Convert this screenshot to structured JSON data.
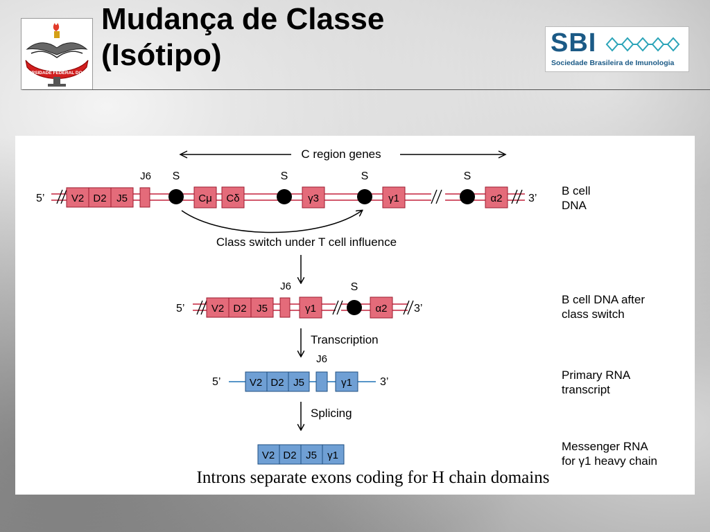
{
  "slide": {
    "title_line1": "Mudança de Classe",
    "title_line2": "(Isótipo)"
  },
  "logos": {
    "left": {
      "text": "UNIVERSIDADE FEDERAL DO PARÁ",
      "icon": "ufpa-crest-icon"
    },
    "right": {
      "brand": "SBI",
      "subtitle": "Sociedade Brasileira de Imunologia",
      "icon": "sbi-chain-icon"
    }
  },
  "diagram": {
    "region_label": "C region genes",
    "dna_segments": [
      "V2",
      "D2",
      "J5"
    ],
    "j6": "J6",
    "switch_marker": "S",
    "constant_genes": [
      "Cμ",
      "Cδ",
      "γ3",
      "γ1",
      "α2"
    ],
    "five_prime": "5’",
    "three_prime": "3’",
    "class_switch_label": "Class switch under T cell influence",
    "transcription_label": "Transcription",
    "splicing_label": "Splicing",
    "row_labels": {
      "row1_line1": "B cell",
      "row1_line2": "DNA",
      "row2_line1": "B cell DNA after",
      "row2_line2": "class switch",
      "row3_line1": "Primary RNA",
      "row3_line2": "transcript",
      "row4_line1": "Messenger RNA",
      "row4_line2": "for γ1 heavy chain"
    },
    "caption": "Introns separate exons coding for H chain domains",
    "colors": {
      "dna": "#e46b7a",
      "rna": "#6f9fd4",
      "strand": "#c4223b"
    }
  }
}
